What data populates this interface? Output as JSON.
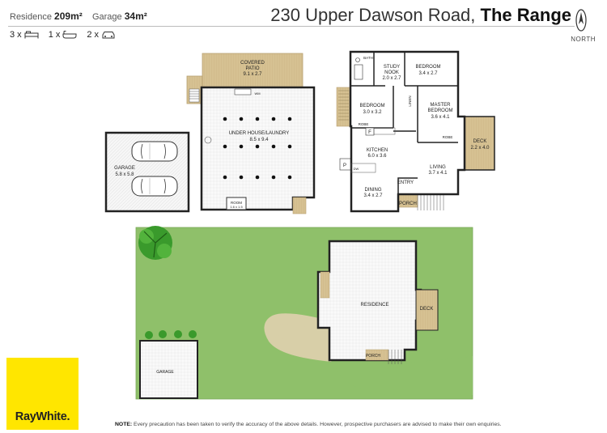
{
  "stats": {
    "residence_label": "Residence",
    "residence_value": "209m²",
    "garage_label": "Garage",
    "garage_value": "34m²"
  },
  "counts": {
    "bedrooms": "3 x",
    "bathrooms": "1 x",
    "car_spaces": "2 x"
  },
  "title": {
    "street": "230 Upper Dawson Road,",
    "suburb": "The Range"
  },
  "north": {
    "label": "NORTH"
  },
  "rooms": {
    "covered_patio": {
      "name": "COVERED",
      "name2": "PATIO",
      "dims": "9.1 x 2.7"
    },
    "under_house": {
      "name": "UNDER HOUSE/LAUNDRY",
      "dims": "8.5 x 9.4"
    },
    "wm": "WM",
    "room": {
      "name": "ROOM",
      "dims": "1.6 x 1.5"
    },
    "garage": {
      "name": "GARAGE",
      "dims": "5.8 x 5.8"
    },
    "bath": "BATH",
    "study": {
      "name": "STUDY",
      "name2": "NOOK",
      "dims": "2.0 x 2.7"
    },
    "bedroom_top": {
      "name": "BEDROOM",
      "dims": "3.4 x 2.7"
    },
    "bedroom_left": {
      "name": "BEDROOM",
      "dims": "3.0 x 3.2"
    },
    "linen": "LINEN",
    "master": {
      "name": "MASTER",
      "name2": "BEDROOM",
      "dims": "3.6 x 4.1"
    },
    "robe_left": "ROBE",
    "robe_right": "ROBE",
    "fridge": "F",
    "deck": {
      "name": "DECK",
      "dims": "2.2 x 4.0"
    },
    "kitchen": {
      "name": "KITCHEN",
      "dims": "6.0 x 3.6"
    },
    "pantry": "P",
    "dw": "DW",
    "living": {
      "name": "LIVING",
      "dims": "3.7 x 4.1"
    },
    "entry": "ENTRY",
    "dining": {
      "name": "DINING",
      "dims": "3.4 x 2.7"
    },
    "porch": "PORCH"
  },
  "site": {
    "residence": "RESIDENCE",
    "deck": "DECK",
    "porch": "PORCH",
    "garage": "GARAGE"
  },
  "note": {
    "bold": "NOTE:",
    "text": "Every precaution has been taken to verify the accuracy of the above details. However, prospective purchasers are advised to make their own enquiries."
  },
  "logo": {
    "text": "RayWhite."
  },
  "colors": {
    "lawn": "#8fc06a",
    "deck": "#d6c192",
    "logo_yellow": "#ffe600",
    "wall": "#222222"
  },
  "icons": [
    "bed-icon",
    "bath-icon",
    "car-icon",
    "north-arrow-icon",
    "tree-icon",
    "stairs-icon"
  ]
}
